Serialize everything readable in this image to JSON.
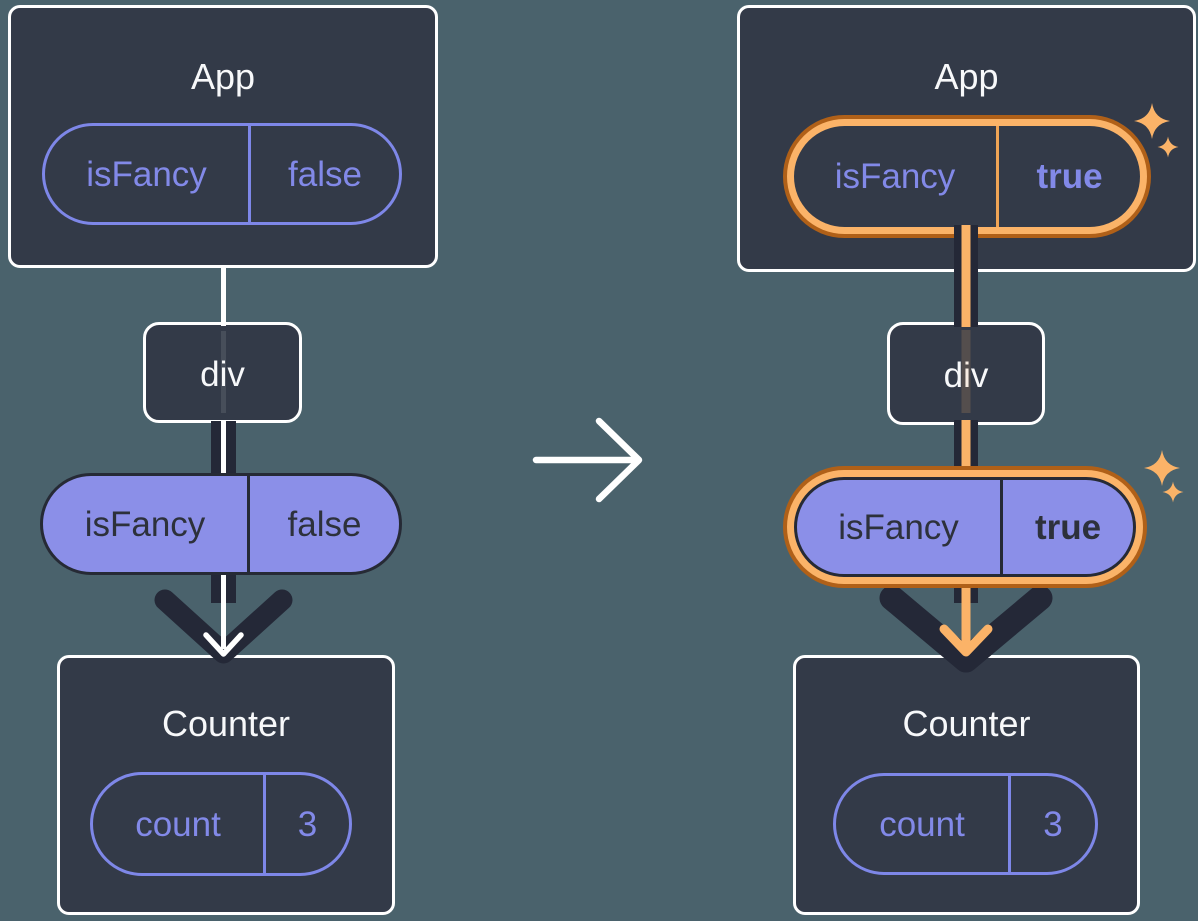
{
  "colors": {
    "background": "#4A626C",
    "card_fill": "#333A48",
    "card_border": "#FFFFFF",
    "purple_stroke": "#7E87E8",
    "purple_text": "#8289E8",
    "purple_fill": "#8B8FE8",
    "dark_ink": "#242837",
    "highlight_orange_light": "#FBB368",
    "highlight_orange_dark": "#B06018",
    "arrow_white": "#FFFFFF"
  },
  "icons": {
    "center_arrow": "arrow-right-icon",
    "flow_arrow": "arrow-down-icon",
    "sparkle": "sparkle-icon"
  },
  "panels": [
    {
      "id": "left",
      "app": {
        "title": "App",
        "pill": {
          "key": "isFancy",
          "value": "false"
        },
        "highlighted": false
      },
      "div_node": {
        "title": "div"
      },
      "passed_prop_pill": {
        "key": "isFancy",
        "value": "false",
        "highlighted": false
      },
      "counter": {
        "title": "Counter",
        "pill": {
          "key": "count",
          "value": "3"
        }
      }
    },
    {
      "id": "right",
      "app": {
        "title": "App",
        "pill": {
          "key": "isFancy",
          "value": "true"
        },
        "highlighted": true
      },
      "div_node": {
        "title": "div"
      },
      "passed_prop_pill": {
        "key": "isFancy",
        "value": "true",
        "highlighted": true
      },
      "counter": {
        "title": "Counter",
        "pill": {
          "key": "count",
          "value": "3"
        }
      }
    }
  ]
}
